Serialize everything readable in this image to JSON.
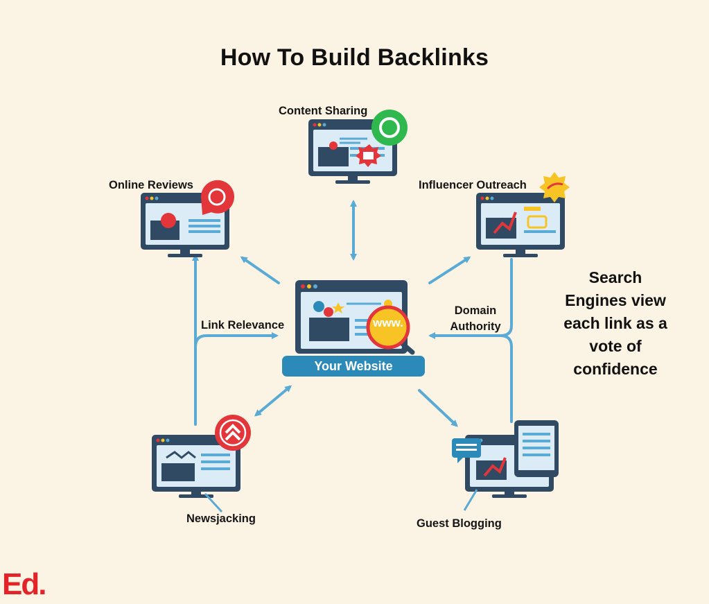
{
  "title": "How To Build Backlinks",
  "center": {
    "label": "Your Website",
    "badge": "www."
  },
  "nodes": {
    "content_sharing": "Content Sharing",
    "online_reviews": "Online Reviews",
    "influencer_outreach": "Influencer Outreach",
    "newsjacking": "Newsjacking",
    "guest_blogging": "Guest Blogging"
  },
  "connector_labels": {
    "link_relevance": "Link Relevance",
    "domain_authority": "Domain Authority"
  },
  "side_note": "Search Engines view each link as a vote of confidence",
  "logo": "Ed.",
  "colors": {
    "background": "#fbf3e3",
    "arrow": "#5aaad6",
    "monitor_frame": "#2f4a62",
    "screen": "#dcecf6",
    "accent_red": "#e2363a",
    "accent_green": "#2fb84e",
    "accent_yellow": "#f7c325",
    "website_bar": "#2b8ab8"
  },
  "icons": [
    "chat-bubble-icon",
    "user-bubble-icon",
    "megaphone-burst-icon",
    "chevron-up-icon",
    "magnifier-icon"
  ]
}
